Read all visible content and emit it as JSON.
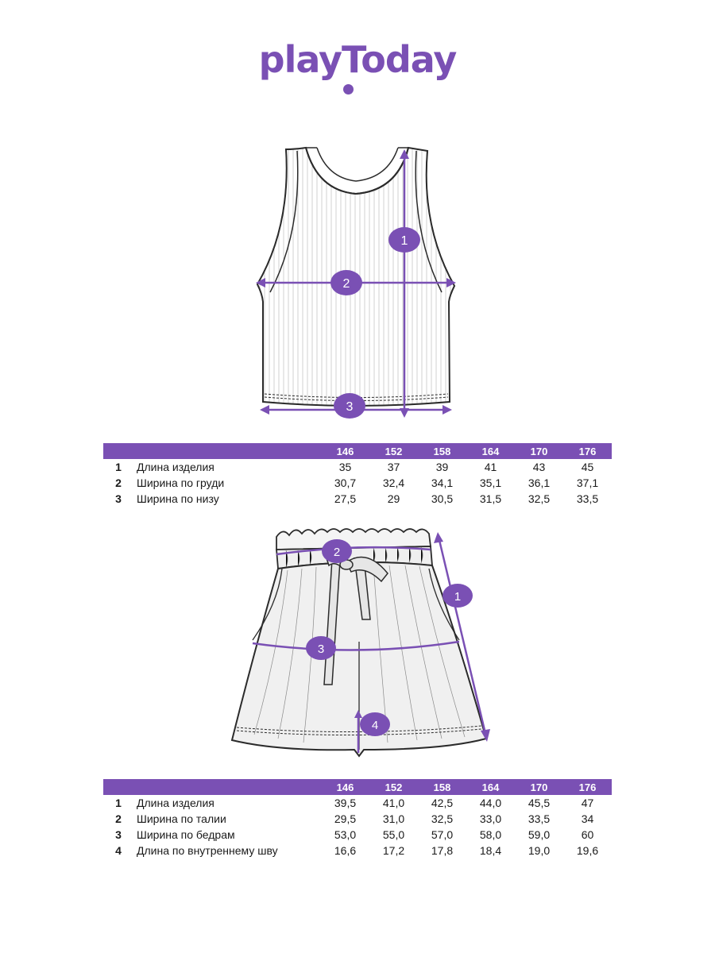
{
  "brand": {
    "logo_text": "playToday",
    "color": "#7a50b4"
  },
  "top_garment": {
    "markers": [
      "1",
      "2",
      "3"
    ]
  },
  "top_table": {
    "sizes": [
      "146",
      "152",
      "158",
      "164",
      "170",
      "176"
    ],
    "rows": [
      {
        "num": "1",
        "name": "Длина изделия",
        "values": [
          "35",
          "37",
          "39",
          "41",
          "43",
          "45"
        ]
      },
      {
        "num": "2",
        "name": "Ширина по груди",
        "values": [
          "30,7",
          "32,4",
          "34,1",
          "35,1",
          "36,1",
          "37,1"
        ]
      },
      {
        "num": "3",
        "name": "Ширина по низу",
        "values": [
          "27,5",
          "29",
          "30,5",
          "31,5",
          "32,5",
          "33,5"
        ]
      }
    ]
  },
  "bottom_garment": {
    "markers": [
      "1",
      "2",
      "3",
      "4"
    ]
  },
  "bottom_table": {
    "sizes": [
      "146",
      "152",
      "158",
      "164",
      "170",
      "176"
    ],
    "rows": [
      {
        "num": "1",
        "name": "Длина изделия",
        "values": [
          "39,5",
          "41,0",
          "42,5",
          "44,0",
          "45,5",
          "47"
        ]
      },
      {
        "num": "2",
        "name": "Ширина по талии",
        "values": [
          "29,5",
          "31,0",
          "32,5",
          "33,0",
          "33,5",
          "34"
        ]
      },
      {
        "num": "3",
        "name": "Ширина по бедрам",
        "values": [
          "53,0",
          "55,0",
          "57,0",
          "58,0",
          "59,0",
          "60"
        ]
      },
      {
        "num": "4",
        "name": "Длина по внутреннему шву",
        "values": [
          "16,6",
          "17,2",
          "17,8",
          "18,4",
          "19,0",
          "19,6"
        ]
      }
    ]
  }
}
